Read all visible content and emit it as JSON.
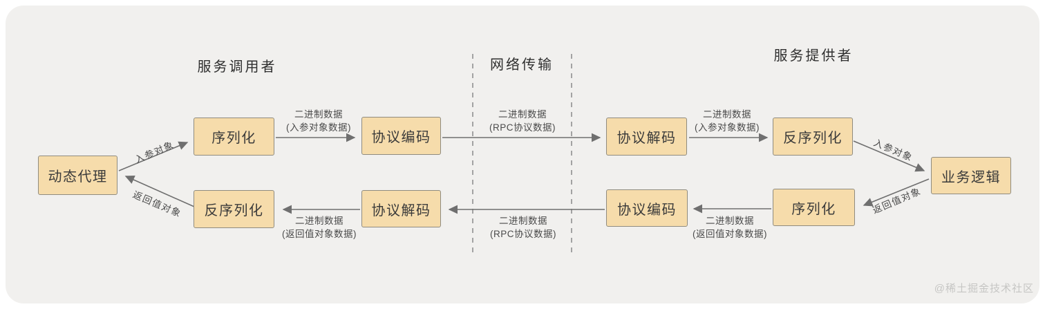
{
  "colors": {
    "canvas_bg": "#f1f0ee",
    "node_fill": "#f6dcab",
    "node_border": "#8f8b7f",
    "arrow": "#6f6f6f",
    "dashed_line": "#8f8f8f",
    "label_text": "#4a4a4a",
    "node_text": "#3a3a3a",
    "title_text": "#2e2e2e",
    "watermark_text": "#c6c6c4"
  },
  "titles": {
    "caller": "服务调用者",
    "network": "网络传输",
    "provider": "服务提供者"
  },
  "nodes": {
    "dynamic_proxy": "动态代理",
    "caller_serialize": "序列化",
    "caller_encode": "协议编码",
    "provider_decode": "协议解码",
    "provider_deserialize": "反序列化",
    "business_logic": "业务逻辑",
    "caller_deserialize": "反序列化",
    "caller_decode": "协议解码",
    "provider_encode": "协议编码",
    "provider_serialize": "序列化"
  },
  "edge_labels": {
    "caller_request_object": "入参对象",
    "caller_return_object": "返回值对象",
    "provider_request_object": "入参对象",
    "provider_return_object": "返回值对象",
    "top_left": {
      "line1": "二进制数据",
      "line2": "(入参对象数据)"
    },
    "top_mid": {
      "line1": "二进制数据",
      "line2": "(RPC协议数据)"
    },
    "top_right": {
      "line1": "二进制数据",
      "line2": "(入参对象数据)"
    },
    "bottom_left": {
      "line1": "二进制数据",
      "line2": "(返回值对象数据)"
    },
    "bottom_mid": {
      "line1": "二进制数据",
      "line2": "(RPC协议数据)"
    },
    "bottom_right": {
      "line1": "二进制数据",
      "line2": "(返回值对象数据)"
    }
  },
  "watermark": "@稀土掘金技术社区"
}
